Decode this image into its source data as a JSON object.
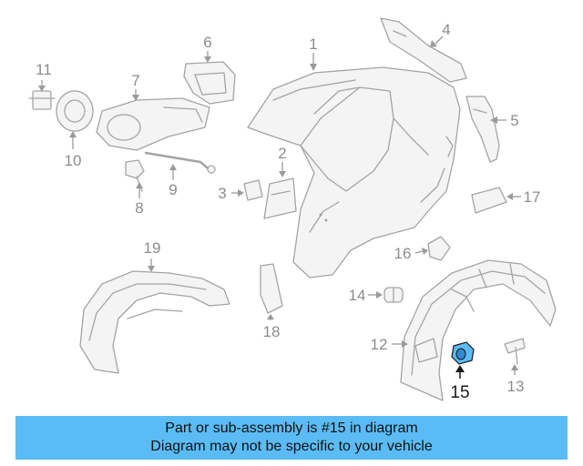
{
  "callouts": [
    {
      "id": "1",
      "label": "1"
    },
    {
      "id": "2",
      "label": "2"
    },
    {
      "id": "3",
      "label": "3"
    },
    {
      "id": "4",
      "label": "4"
    },
    {
      "id": "5",
      "label": "5"
    },
    {
      "id": "6",
      "label": "6"
    },
    {
      "id": "7",
      "label": "7"
    },
    {
      "id": "8",
      "label": "8"
    },
    {
      "id": "9",
      "label": "9"
    },
    {
      "id": "10",
      "label": "10"
    },
    {
      "id": "11",
      "label": "11"
    },
    {
      "id": "12",
      "label": "12"
    },
    {
      "id": "13",
      "label": "13"
    },
    {
      "id": "14",
      "label": "14"
    },
    {
      "id": "15",
      "label": "15",
      "highlighted": true
    },
    {
      "id": "16",
      "label": "16"
    },
    {
      "id": "17",
      "label": "17"
    },
    {
      "id": "18",
      "label": "18"
    },
    {
      "id": "19",
      "label": "19"
    }
  ],
  "highlight_color": "#5bbcf5",
  "banner": {
    "line1": "Part or sub-assembly is #15 in diagram",
    "line2": "Diagram may not be specific to your vehicle"
  }
}
